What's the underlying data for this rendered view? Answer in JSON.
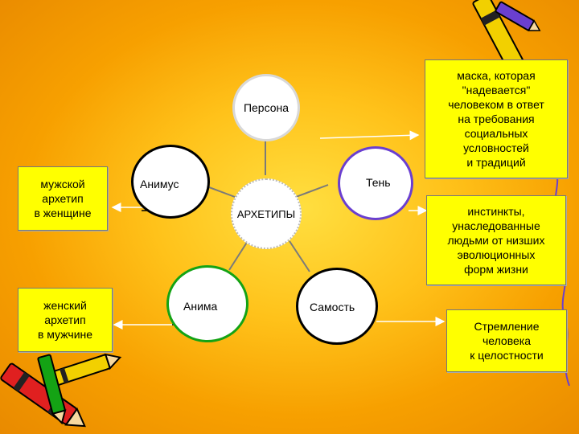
{
  "center": {
    "label": "АРХЕТИПЫ"
  },
  "nodes": {
    "persona": "Персона",
    "animus": "Анимус",
    "shadow": "Тень",
    "anima": "Анима",
    "self": "Самость"
  },
  "notes": {
    "persona": "маска, которая\n\"надевается\"\nчеловеком  в  ответ\nна  требования\nсоциальных\nусловностей\nи  традиций",
    "animus": "мужской\nархетип\nв женщине",
    "shadow": "инстинкты,\nунаследованные\nлюдьми  от  низших\nэволюционных\nформ  жизни",
    "anima": "женский\nархетип\nв мужчине",
    "self": "Стремление\nчеловека\nк целостности"
  },
  "colors": {
    "animus_ring": "#000000",
    "shadow_ring": "#6a3fd0",
    "anima_ring": "#14a314",
    "self_ring": "#000000",
    "persona_ring": "#d8d8d8",
    "note_fill": "#ffff00",
    "line": "#7a7a7a"
  }
}
